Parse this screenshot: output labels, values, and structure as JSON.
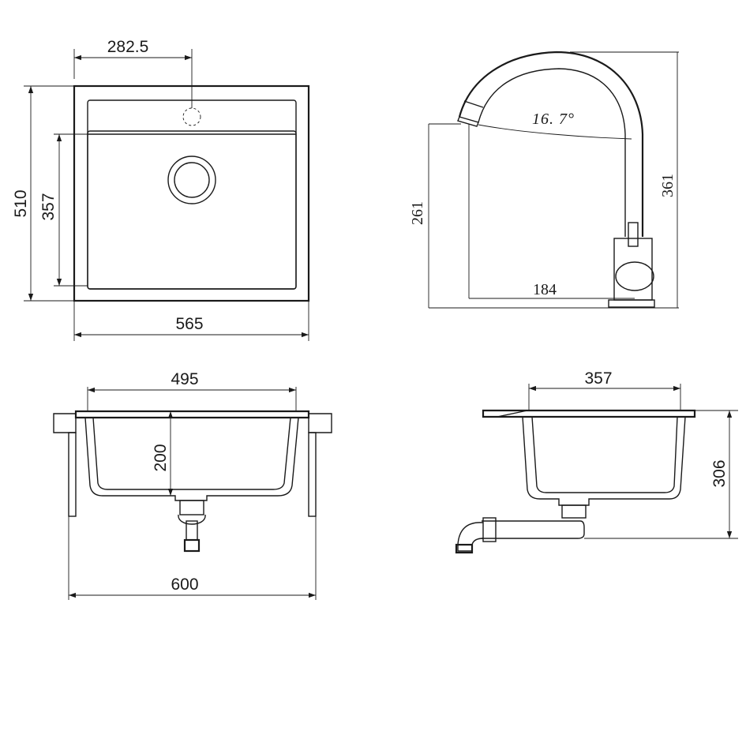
{
  "top_view": {
    "dim_tap_offset": "282.5",
    "dim_height": "510",
    "dim_bowl_length": "357",
    "dim_width": "565"
  },
  "tap_view": {
    "dim_spout_angle": "16. 7°",
    "dim_spout_height": "261",
    "dim_tap_height": "361",
    "dim_reach": "184"
  },
  "front_section": {
    "dim_bowl_width": "495",
    "dim_depth": "200",
    "dim_cabinet": "600"
  },
  "side_section": {
    "dim_bowl_width": "357",
    "dim_total_height": "306"
  }
}
